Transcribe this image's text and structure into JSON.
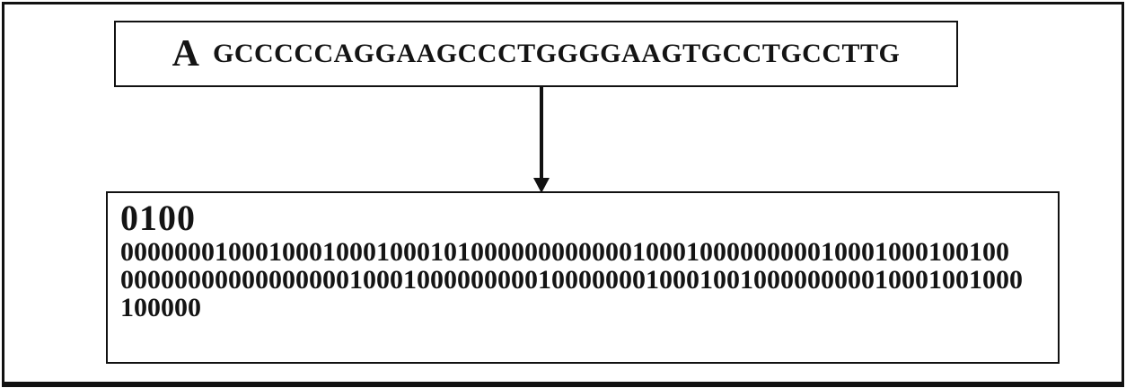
{
  "figure": {
    "panel_label": "A",
    "sequence": "GCCCCCAGGAAGCCCTGGGGAAGTGCCTGCCTTG",
    "binary": {
      "header": "0100",
      "line1": "000000010001000100010001010000000000001000100000000010001000100100",
      "line2": "0000000000000000010001000000000100000001000100100000000010001001000",
      "line3": "100000"
    },
    "colors": {
      "ink": "#141414",
      "border": "#111111",
      "background": "#ffffff"
    }
  }
}
